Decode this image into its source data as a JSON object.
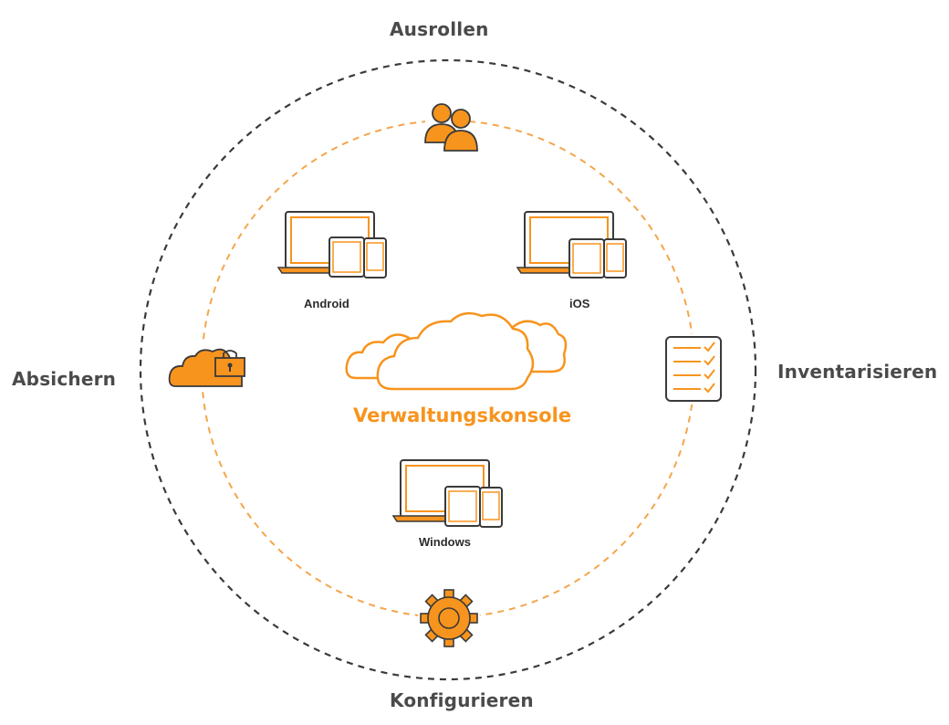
{
  "colors": {
    "accent": "#f7941d",
    "dark": "#3a3a3a",
    "outer_ring": "#3a3a3a",
    "inner_ring": "#f5a54a",
    "center_title": "#f7941d"
  },
  "phases": {
    "top": "Ausrollen",
    "left": "Absichern",
    "right": "Inventarisieren",
    "bottom": "Konfigurieren"
  },
  "platforms": {
    "android": "Android",
    "ios": "iOS",
    "windows": "Windows"
  },
  "center": {
    "title": "Verwaltungskonsole"
  },
  "icons": {
    "top": "users-icon",
    "left": "cloud-lock-icon",
    "right": "checklist-icon",
    "bottom": "gear-icon",
    "center": "cloud-icon",
    "devices": "devices-icon"
  }
}
